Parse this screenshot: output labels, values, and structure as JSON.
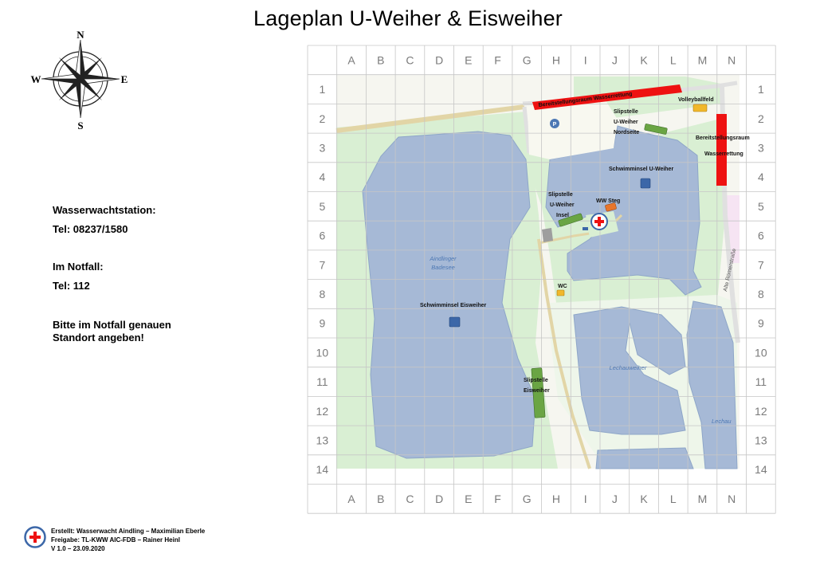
{
  "title": "Lageplan U-Weiher & Eisweiher",
  "compass": {
    "n": "N",
    "s": "S",
    "w": "W",
    "e": "E"
  },
  "info": {
    "station_label": "Wasserwachtstation:",
    "station_phone": "Tel: 08237/1580",
    "emergency_label": "Im Notfall:",
    "emergency_phone": "Tel: 112",
    "notice_line1": "Bitte im Notfall genauen",
    "notice_line2": "Standort angeben!"
  },
  "grid": {
    "columns": [
      "A",
      "B",
      "C",
      "D",
      "E",
      "F",
      "G",
      "H",
      "I",
      "J",
      "K",
      "L",
      "M",
      "N"
    ],
    "rows": [
      "1",
      "2",
      "3",
      "4",
      "5",
      "6",
      "7",
      "8",
      "9",
      "10",
      "11",
      "12",
      "13",
      "14"
    ]
  },
  "map_labels": {
    "lake_west_line1": "Aindlinger",
    "lake_west_line2": "Badesee",
    "lake_south": "Lechauweiher",
    "lake_south_edge": "Lechau",
    "street": "Alte Römerstraße",
    "parking": "P",
    "staging_top": "Bereitstellungsraum Wasserrettung",
    "staging_right_line1": "Bereitstellungsraum",
    "staging_right_line2": "Wasserrettung",
    "volleyball": "Volleyballfeld",
    "slip_north_line1": "Slipstelle",
    "slip_north_line2": "U-Weiher",
    "slip_north_line3": "Nordseite",
    "swim_island_u": "Schwimminsel U-Weiher",
    "slip_island_line1": "Slipstelle",
    "slip_island_line2": "U-Weiher",
    "slip_island_line3": "Insel",
    "ww_steg": "WW Steg",
    "wc": "WC",
    "swim_island_eis": "Schwimminsel Eisweiher",
    "slip_eis_line1": "Slipstelle",
    "slip_eis_line2": "Eisweiher"
  },
  "colors": {
    "water": "#a6b9d6",
    "meadow": "#d9efd3",
    "red_zone": "#ee1111",
    "slip_green": "#6aa544",
    "swim_blue": "#3c67a8",
    "steg_orange": "#e8762c",
    "volley_yellow": "#f1b82b"
  },
  "footer": {
    "line1": "Erstellt: Wasserwacht Aindling – Maximilian Eberle",
    "line2": "Freigabe: TL-KWW AIC-FDB – Rainer Heinl",
    "line3": "V 1.0 – 23.09.2020"
  }
}
